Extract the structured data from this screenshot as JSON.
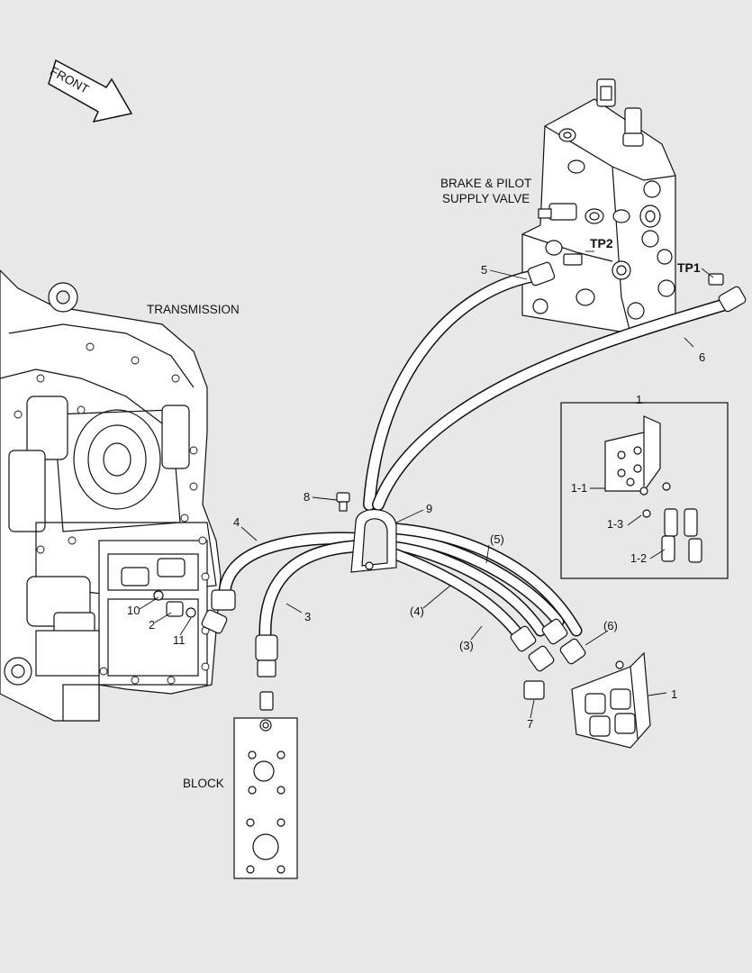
{
  "orientation": {
    "front_label": "FRONT"
  },
  "components": {
    "brake_pilot_valve": "BRAKE & PILOT\nSUPPLY VALVE",
    "transmission": "TRANSMISSION",
    "block": "BLOCK"
  },
  "test_ports": {
    "tp1": "TP1",
    "tp2": "TP2"
  },
  "callouts": {
    "c1": "1",
    "c2": "2",
    "c3": "3",
    "c4": "4",
    "c5": "5",
    "c6": "6",
    "c7": "7",
    "c8": "8",
    "c9": "9",
    "c10": "10",
    "c11": "11",
    "p3": "(3)",
    "p4": "(4)",
    "p5": "(5)",
    "p6": "(6)"
  },
  "inset": {
    "title": "1",
    "items": {
      "i11": "1-1",
      "i12": "1-2",
      "i13": "1-3"
    }
  }
}
